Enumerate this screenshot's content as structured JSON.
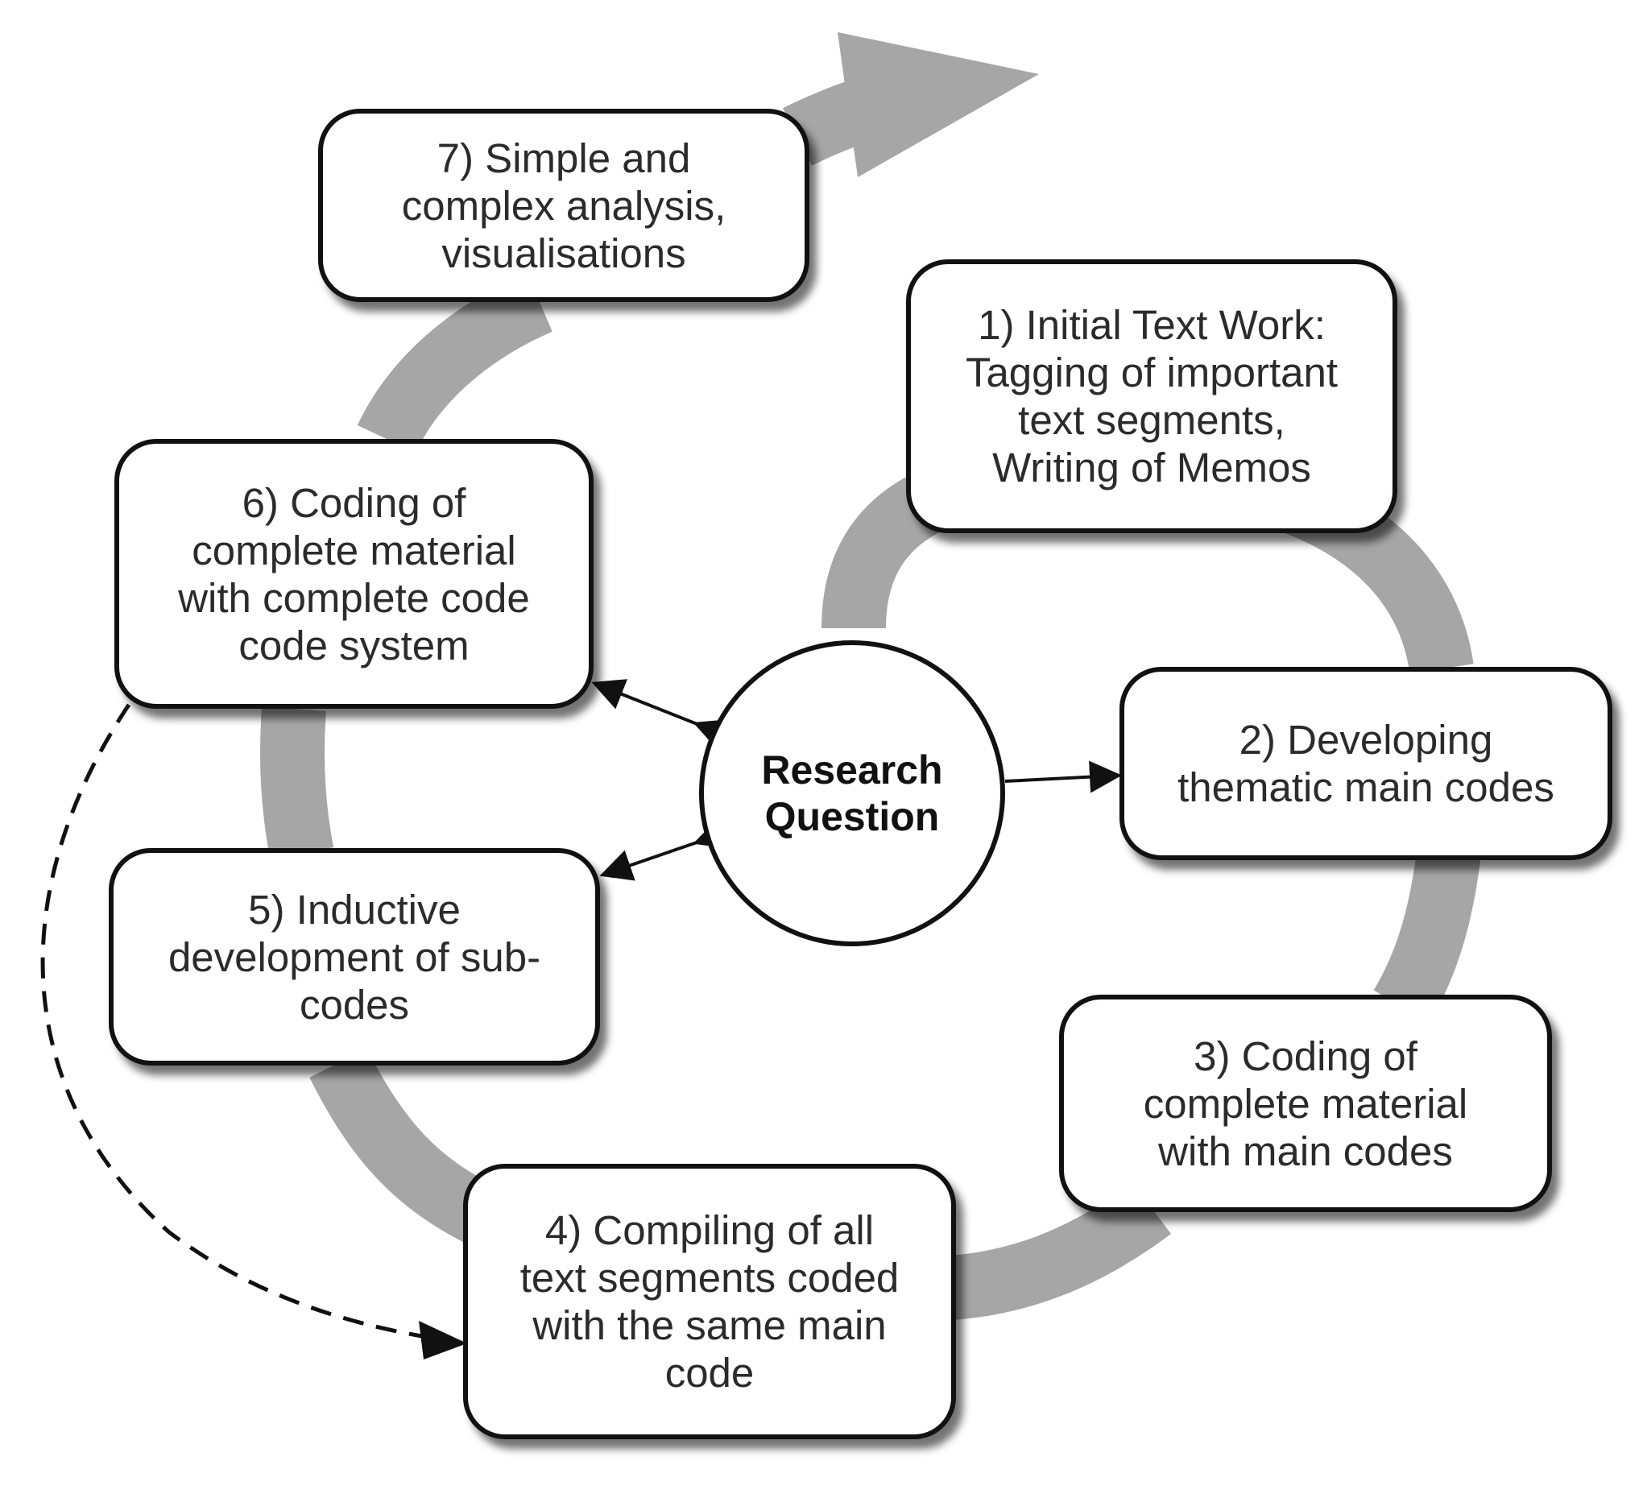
{
  "diagram": {
    "center": {
      "label": "Research\nQuestion"
    },
    "steps": [
      {
        "id": 1,
        "label": "1) Initial Text Work:\nTagging of important\ntext segments,\nWriting of Memos"
      },
      {
        "id": 2,
        "label": "2) Developing\nthematic main codes"
      },
      {
        "id": 3,
        "label": "3) Coding of\ncomplete material\nwith main codes"
      },
      {
        "id": 4,
        "label": "4) Compiling of all\ntext segments coded\nwith the same main\ncode"
      },
      {
        "id": 5,
        "label": "5) Inductive\ndevelopment of sub-\ncodes"
      },
      {
        "id": 6,
        "label": "6) Coding of\ncomplete material\nwith complete code\ncode system"
      },
      {
        "id": 7,
        "label": "7) Simple and\ncomplex analysis,\nvisualisations"
      }
    ],
    "colors": {
      "flow_band": "#a6a6a6",
      "box_border": "#111111",
      "box_fill": "#ffffff",
      "text": "#2b2b2b"
    }
  }
}
